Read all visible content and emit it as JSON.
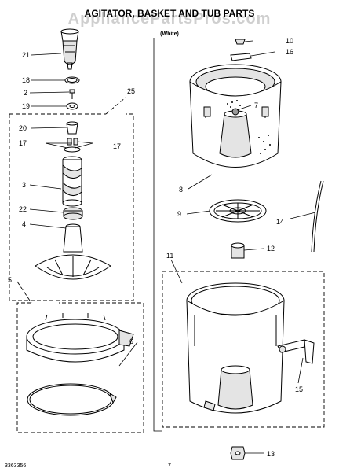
{
  "diagram": {
    "title": "AGITATOR, BASKET AND TUB PARTS",
    "subtitle": "(White)",
    "watermark": "AppliancePartsPros.com",
    "footer_left": "3363356",
    "footer_page": "7",
    "parts": [
      {
        "id": "p21",
        "num": "21"
      },
      {
        "id": "p18",
        "num": "18"
      },
      {
        "id": "p2",
        "num": "2"
      },
      {
        "id": "p19",
        "num": "19"
      },
      {
        "id": "p25",
        "num": "25"
      },
      {
        "id": "p20",
        "num": "20"
      },
      {
        "id": "p17a",
        "num": "17"
      },
      {
        "id": "p17b",
        "num": "17"
      },
      {
        "id": "p3",
        "num": "3"
      },
      {
        "id": "p22",
        "num": "22"
      },
      {
        "id": "p4",
        "num": "4"
      },
      {
        "id": "p5",
        "num": "5"
      },
      {
        "id": "p6",
        "num": "6"
      },
      {
        "id": "p10",
        "num": "10"
      },
      {
        "id": "p16",
        "num": "16"
      },
      {
        "id": "p7",
        "num": "7"
      },
      {
        "id": "p8",
        "num": "8"
      },
      {
        "id": "p9",
        "num": "9"
      },
      {
        "id": "p14",
        "num": "14"
      },
      {
        "id": "p12",
        "num": "12"
      },
      {
        "id": "p11",
        "num": "11"
      },
      {
        "id": "p15",
        "num": "15"
      },
      {
        "id": "p13",
        "num": "13"
      }
    ]
  }
}
